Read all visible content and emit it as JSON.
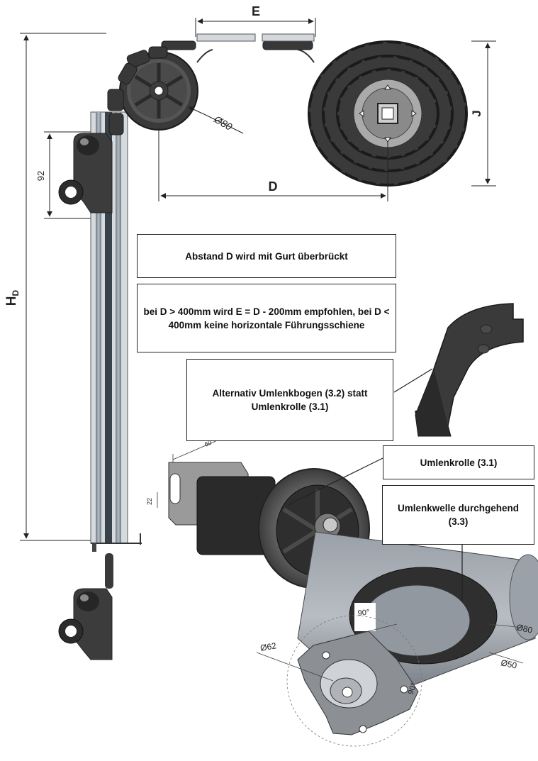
{
  "dimensions": {
    "E": "E",
    "J": "J",
    "D": "D",
    "HD_main": "H",
    "HD_sub": "D",
    "bracket_height": "92",
    "roller_diameter": "Ø80",
    "roller_width": "60",
    "roller_slot": "22",
    "shaft_angle_top": "90°",
    "shaft_angle_side": "90°",
    "shaft_d62": "Ø62",
    "shaft_d80": "Ø80",
    "shaft_d50": "Ø50"
  },
  "callouts": {
    "gurt": "Abstand D wird mit Gurt überbrückt",
    "empfehlung": "bei D > 400mm wird E = D - 200mm empfohlen, bei D < 400mm keine horizontale Führungsschiene",
    "umlenkbogen": "Alternativ Umlenkbogen (3.2) statt Umlenkrolle (3.1)",
    "umlenkrolle": "Umlenkrolle (3.1)",
    "umlenkwelle": "Umlenkwelle durchgehend (3.3)"
  },
  "colors": {
    "chain": "#3a3a3a",
    "rail": "#8f9aa3",
    "wheel": "#555555",
    "shaft": "#8a8f97"
  }
}
